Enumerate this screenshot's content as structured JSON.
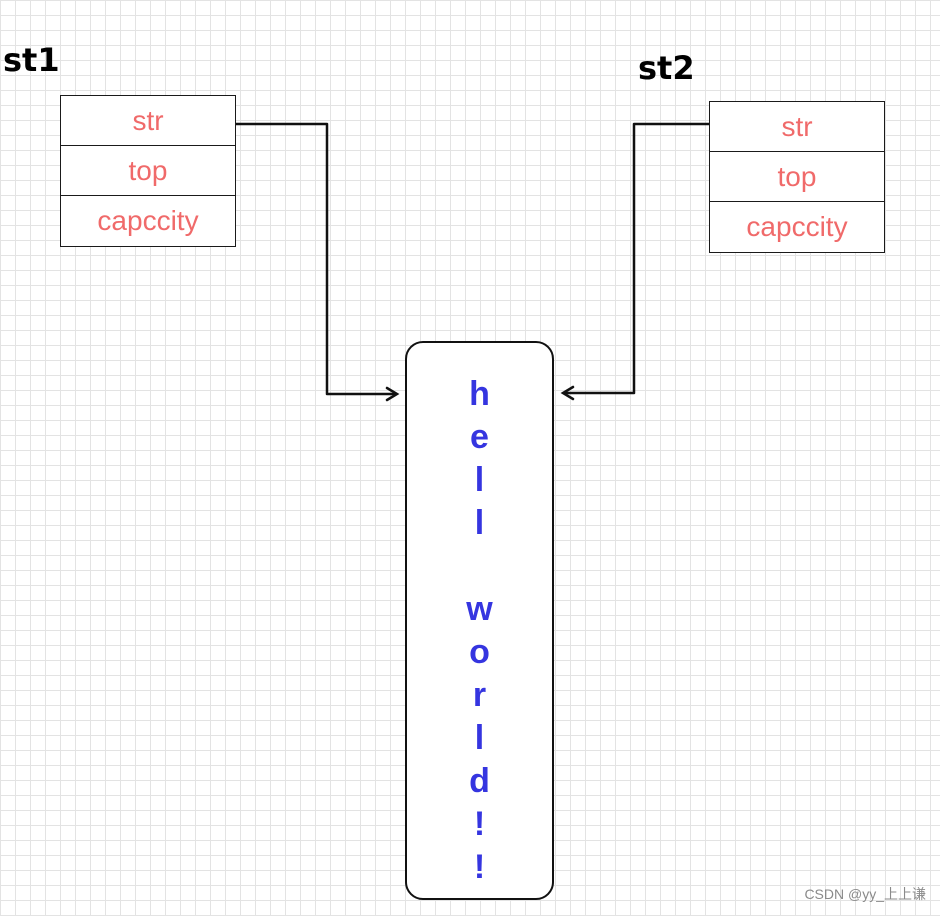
{
  "structs": [
    {
      "name": "st1",
      "fields": [
        "str",
        "top",
        "capccity"
      ]
    },
    {
      "name": "st2",
      "fields": [
        "str",
        "top",
        "capccity"
      ]
    }
  ],
  "string_chars": [
    "h",
    "e",
    "l",
    "l",
    "",
    "w",
    "o",
    "r",
    "l",
    "d",
    "!",
    "!"
  ],
  "watermark": "CSDN @yy_上上谦",
  "colors": {
    "field_text": "#f06a6a",
    "string_text": "#3535e0",
    "grid": "#e3e3e3"
  }
}
